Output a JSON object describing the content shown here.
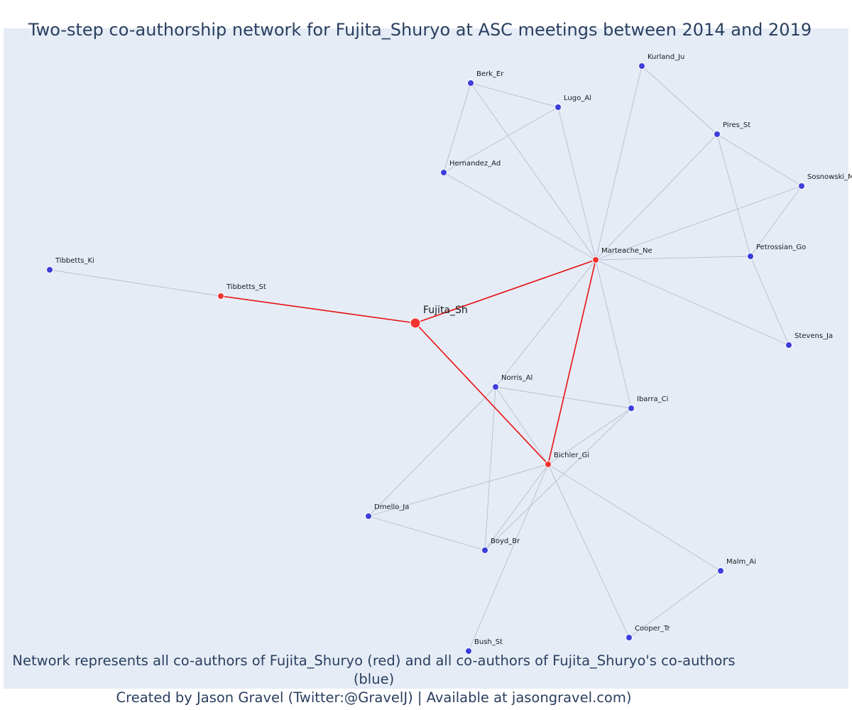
{
  "title": "Two-step co-authorship network for Fujita_Shuryo at ASC meetings between 2014 and 2019",
  "caption": {
    "line1": "Network represents all co-authors of Fujita_Shuryo (red) and all co-authors of Fujita_Shuryo's co-authors (blue)",
    "line2": "Created by Jason Gravel (Twitter:@GravelJ) | Available at jasongravel.com)"
  },
  "colors": {
    "background": "#e5ecf6",
    "direct_coauthor": "#f0332f",
    "second_step": "#3d3ddb",
    "focal_edge": "#e8110f",
    "other_edge": "#b9bdcc",
    "text": "#2a3f5f"
  },
  "nodes": [
    {
      "id": "Fujita_Sh",
      "label": "Fujita_Sh",
      "group": "focal"
    },
    {
      "id": "Tibbetts_St",
      "label": "Tibbetts_St",
      "group": "direct"
    },
    {
      "id": "Marteache_Ne",
      "label": "Marteache_Ne",
      "group": "direct"
    },
    {
      "id": "Bichler_Gi",
      "label": "Bichler_Gi",
      "group": "direct"
    },
    {
      "id": "Tibbetts_Ki",
      "label": "Tibbetts_Ki",
      "group": "second"
    },
    {
      "id": "Berk_Er",
      "label": "Berk_Er",
      "group": "second"
    },
    {
      "id": "Lugo_Al",
      "label": "Lugo_Al",
      "group": "second"
    },
    {
      "id": "Hernandez_Ad",
      "label": "Hernandez_Ad",
      "group": "second"
    },
    {
      "id": "Kurland_Ju",
      "label": "Kurland_Ju",
      "group": "second"
    },
    {
      "id": "Pires_St",
      "label": "Pires_St",
      "group": "second"
    },
    {
      "id": "Sosnowski_M",
      "label": "Sosnowski_M",
      "group": "second"
    },
    {
      "id": "Petrossian_Go",
      "label": "Petrossian_Go",
      "group": "second"
    },
    {
      "id": "Stevens_Ja",
      "label": "Stevens_Ja",
      "group": "second"
    },
    {
      "id": "Norris_Al",
      "label": "Norris_Al",
      "group": "second"
    },
    {
      "id": "Ibarra_Ci",
      "label": "Ibarra_Ci",
      "group": "second"
    },
    {
      "id": "Dmello_Ja",
      "label": "Dmello_Ja",
      "group": "second"
    },
    {
      "id": "Boyd_Br",
      "label": "Boyd_Br",
      "group": "second"
    },
    {
      "id": "Malm_Ai",
      "label": "Malm_Ai",
      "group": "second"
    },
    {
      "id": "Cooper_Tr",
      "label": "Cooper_Tr",
      "group": "second"
    },
    {
      "id": "Bush_St",
      "label": "Bush_St",
      "group": "second"
    }
  ],
  "edges": [
    {
      "source": "Fujita_Sh",
      "target": "Tibbetts_St",
      "focal": true
    },
    {
      "source": "Fujita_Sh",
      "target": "Marteache_Ne",
      "focal": true
    },
    {
      "source": "Fujita_Sh",
      "target": "Bichler_Gi",
      "focal": true
    },
    {
      "source": "Marteache_Ne",
      "target": "Bichler_Gi",
      "focal": true
    },
    {
      "source": "Tibbetts_St",
      "target": "Tibbetts_Ki",
      "focal": false
    },
    {
      "source": "Berk_Er",
      "target": "Lugo_Al",
      "focal": false
    },
    {
      "source": "Berk_Er",
      "target": "Hernandez_Ad",
      "focal": false
    },
    {
      "source": "Lugo_Al",
      "target": "Hernandez_Ad",
      "focal": false
    },
    {
      "source": "Berk_Er",
      "target": "Marteache_Ne",
      "focal": false
    },
    {
      "source": "Lugo_Al",
      "target": "Marteache_Ne",
      "focal": false
    },
    {
      "source": "Hernandez_Ad",
      "target": "Marteache_Ne",
      "focal": false
    },
    {
      "source": "Kurland_Ju",
      "target": "Marteache_Ne",
      "focal": false
    },
    {
      "source": "Kurland_Ju",
      "target": "Pires_St",
      "focal": false
    },
    {
      "source": "Pires_St",
      "target": "Marteache_Ne",
      "focal": false
    },
    {
      "source": "Pires_St",
      "target": "Sosnowski_M",
      "focal": false
    },
    {
      "source": "Pires_St",
      "target": "Petrossian_Go",
      "focal": false
    },
    {
      "source": "Sosnowski_M",
      "target": "Marteache_Ne",
      "focal": false
    },
    {
      "source": "Sosnowski_M",
      "target": "Petrossian_Go",
      "focal": false
    },
    {
      "source": "Petrossian_Go",
      "target": "Marteache_Ne",
      "focal": false
    },
    {
      "source": "Petrossian_Go",
      "target": "Stevens_Ja",
      "focal": false
    },
    {
      "source": "Stevens_Ja",
      "target": "Marteache_Ne",
      "focal": false
    },
    {
      "source": "Norris_Al",
      "target": "Marteache_Ne",
      "focal": false
    },
    {
      "source": "Ibarra_Ci",
      "target": "Marteache_Ne",
      "focal": false
    },
    {
      "source": "Norris_Al",
      "target": "Ibarra_Ci",
      "focal": false
    },
    {
      "source": "Norris_Al",
      "target": "Bichler_Gi",
      "focal": false
    },
    {
      "source": "Norris_Al",
      "target": "Dmello_Ja",
      "focal": false
    },
    {
      "source": "Norris_Al",
      "target": "Boyd_Br",
      "focal": false
    },
    {
      "source": "Ibarra_Ci",
      "target": "Bichler_Gi",
      "focal": false
    },
    {
      "source": "Ibarra_Ci",
      "target": "Boyd_Br",
      "focal": false
    },
    {
      "source": "Dmello_Ja",
      "target": "Bichler_Gi",
      "focal": false
    },
    {
      "source": "Dmello_Ja",
      "target": "Boyd_Br",
      "focal": false
    },
    {
      "source": "Boyd_Br",
      "target": "Bichler_Gi",
      "focal": false
    },
    {
      "source": "Malm_Ai",
      "target": "Bichler_Gi",
      "focal": false
    },
    {
      "source": "Malm_Ai",
      "target": "Cooper_Tr",
      "focal": false
    },
    {
      "source": "Cooper_Tr",
      "target": "Bichler_Gi",
      "focal": false
    },
    {
      "source": "Bush_St",
      "target": "Bichler_Gi",
      "focal": false
    }
  ]
}
